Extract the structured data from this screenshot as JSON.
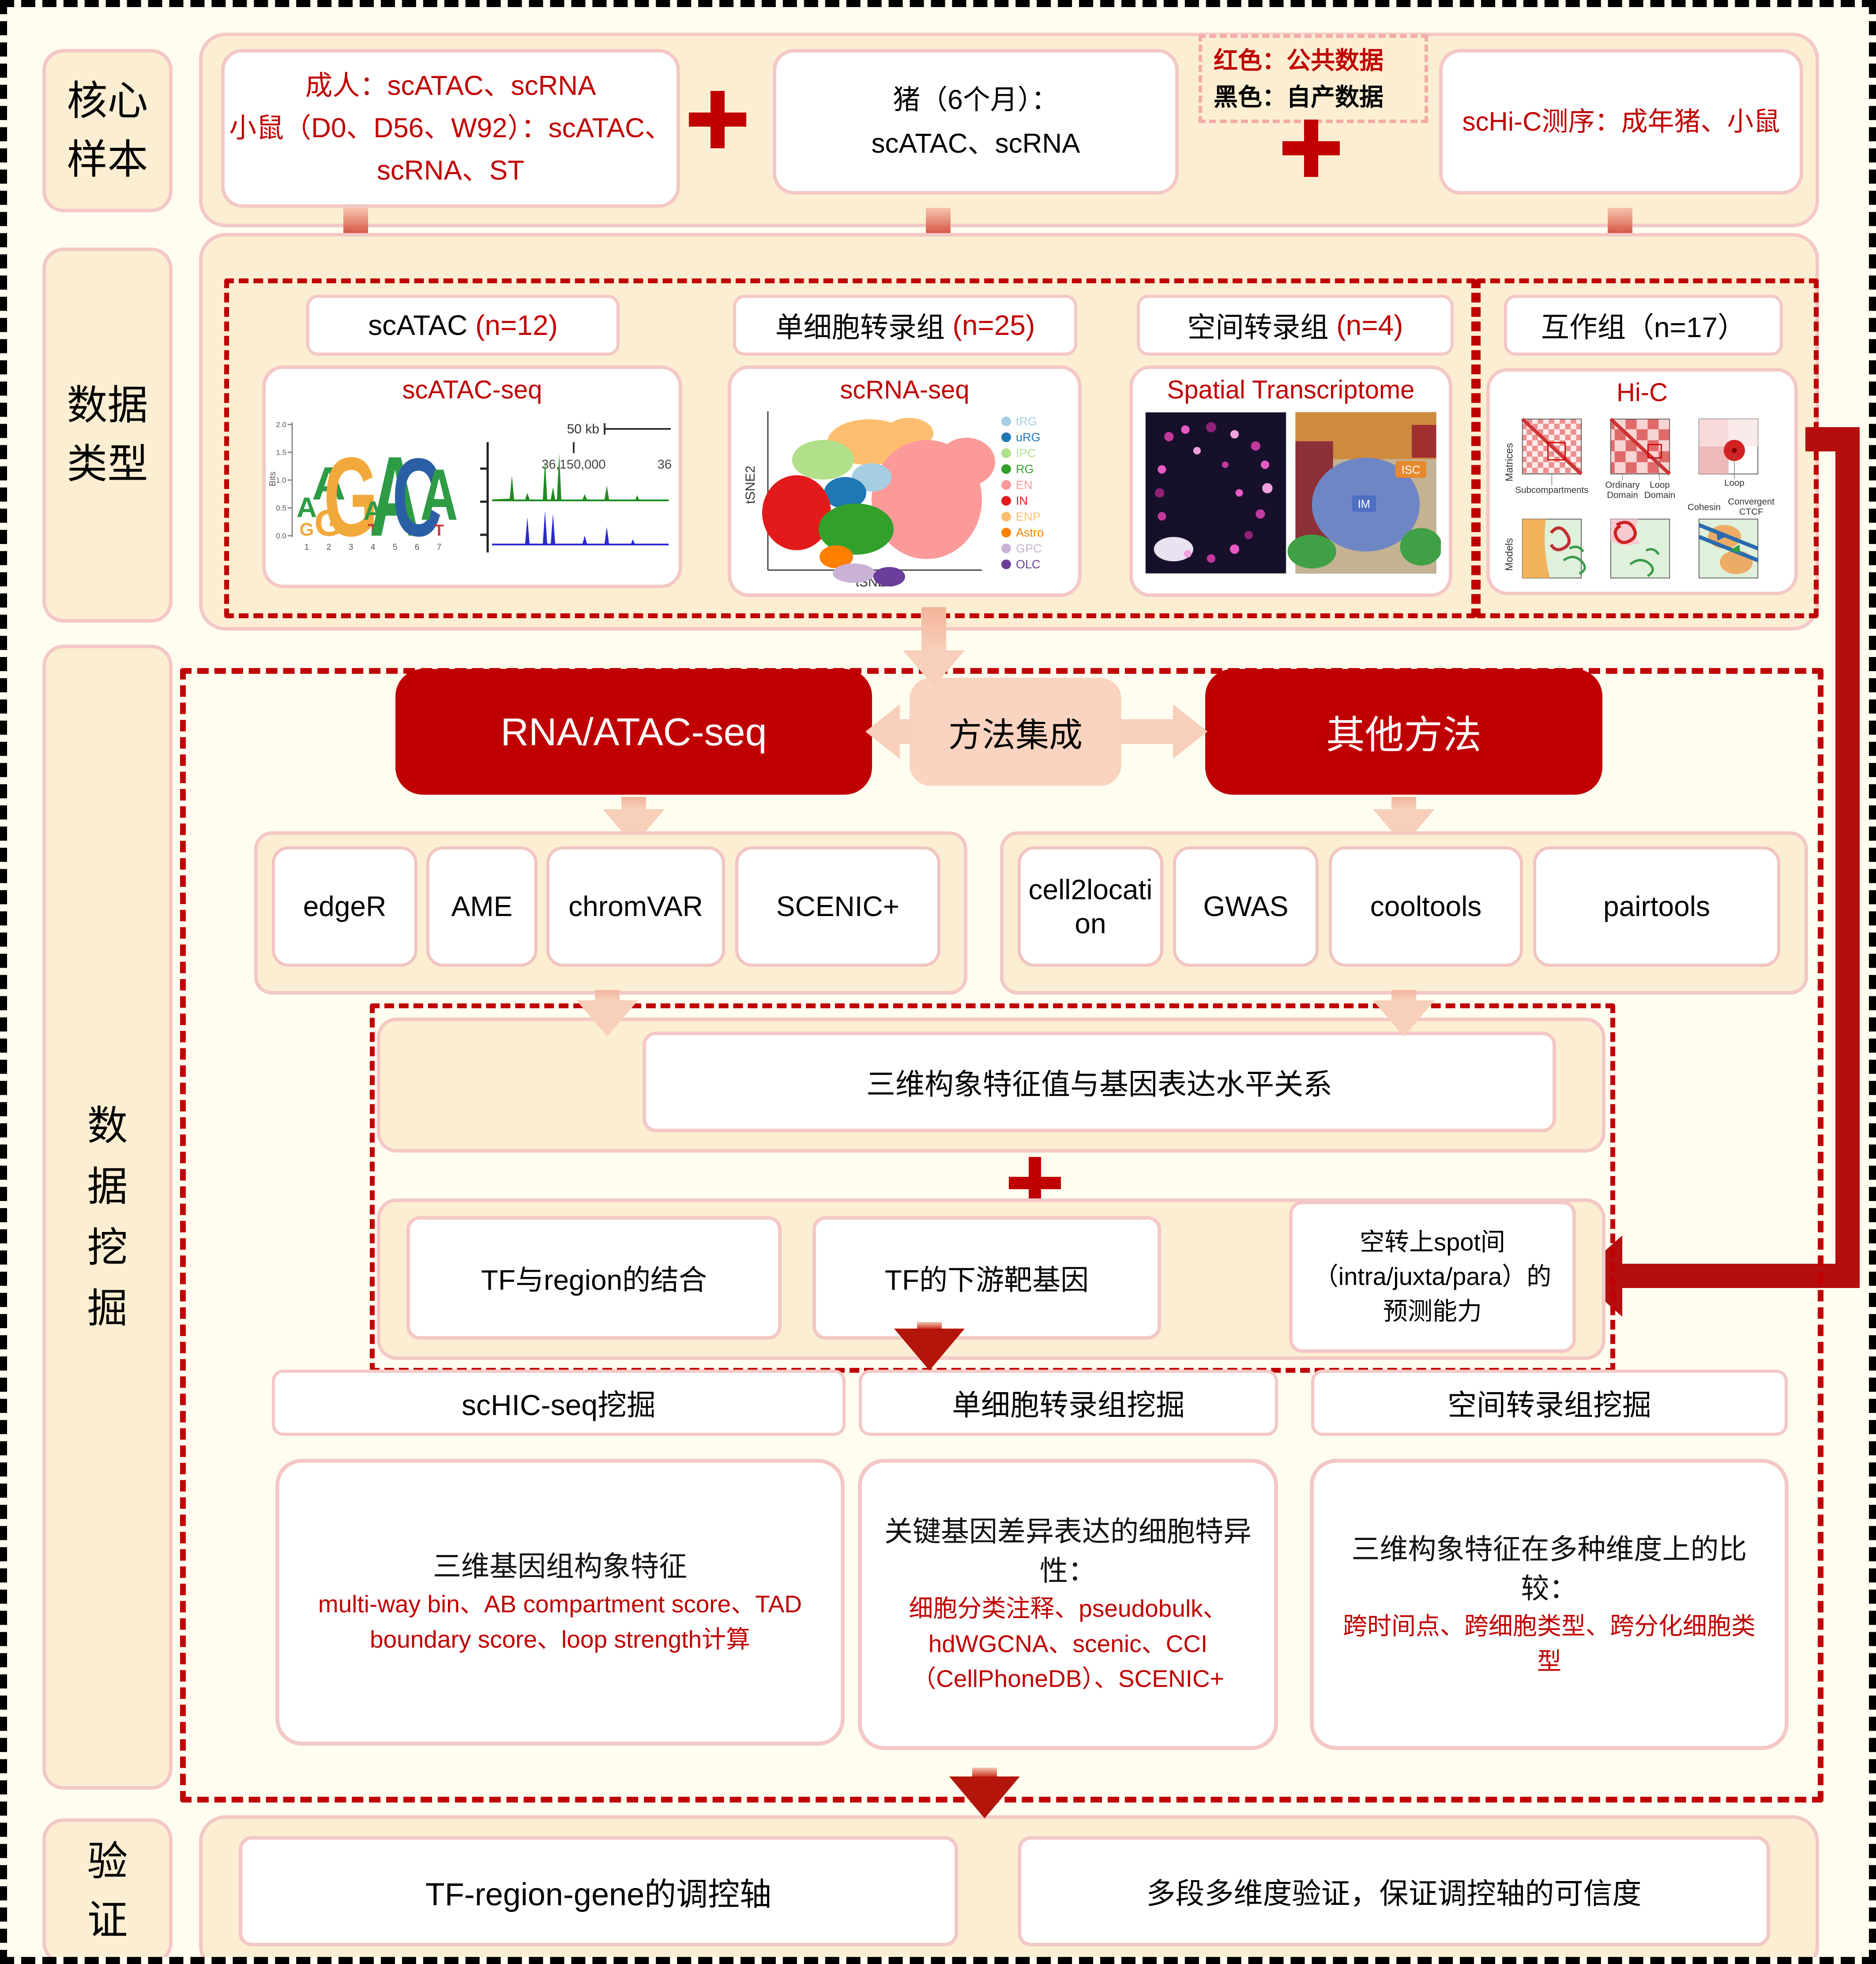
{
  "header": {
    "legend_red": "红色：公共数据",
    "legend_black": "黑色：自产数据"
  },
  "samples": {
    "label": "核心\n样本",
    "box_adult_mouse": "成人：scATAC、scRNA\n小鼠（D0、D56、W92）：scATAC、\nscRNA、ST",
    "box_pig": "猪（6个月）：\nscATAC、scRNA",
    "box_schic": "scHi-C测序：成年猪、小鼠"
  },
  "datatypes": {
    "label": "数据\n类型",
    "scatac": {
      "title": "scATAC",
      "count": "(n=12)",
      "fig_title": "scATAC-seq",
      "bits_label": "Bits",
      "yticks": [
        "2.0",
        "1.5",
        "1.0",
        "0.5",
        "0.0"
      ],
      "positions": [
        "1",
        "2",
        "3",
        "4",
        "5",
        "6",
        "7"
      ],
      "scale_bar": "50 kb",
      "coord": "36,150,000",
      "coord_right": "36"
    },
    "scrna": {
      "title": "单细胞转录组",
      "count": "(n=25)",
      "fig_title": "scRNA-seq",
      "xlabel": "tSNE1",
      "ylabel": "tSNE2",
      "legend": [
        {
          "label": "tRG",
          "color": "#A6CEE3"
        },
        {
          "label": "uRG",
          "color": "#1F78B4"
        },
        {
          "label": "IPC",
          "color": "#B2DF8A"
        },
        {
          "label": "RG",
          "color": "#33A02C"
        },
        {
          "label": "EN",
          "color": "#FB9A99"
        },
        {
          "label": "IN",
          "color": "#E31A1C"
        },
        {
          "label": "ENP",
          "color": "#FDBF6F"
        },
        {
          "label": "Astro",
          "color": "#FF7F00"
        },
        {
          "label": "GPC",
          "color": "#CAB2D6"
        },
        {
          "label": "OLC",
          "color": "#6A3D9A"
        }
      ]
    },
    "spatial": {
      "title": "空间转录组",
      "count": "(n=4)",
      "fig_title": "Spatial Transcriptome",
      "badge_im": "IM",
      "badge_isc": "ISC"
    },
    "hic": {
      "title": "互作组（n=17）",
      "fig_title": "Hi-C",
      "matrices_label": "Matrices",
      "models_label": "Models",
      "ann_subcompartments": "Subcompartments",
      "ann_ordinary_1": "Ordinary",
      "ann_ordinary_2": "Domain",
      "ann_loopdomain_1": "Loop",
      "ann_loopdomain_2": "Domain",
      "ann_loop": "Loop",
      "ann_cohesin": "Cohesin",
      "ann_convergent_1": "Convergent",
      "ann_convergent_2": "CTCF"
    }
  },
  "mining": {
    "label": "数\n据\n挖\n掘",
    "rna_atac_box": "RNA/ATAC-seq",
    "hub_box": "方法集成",
    "other_box": "其他方法",
    "tools_left": [
      "edgeR",
      "AME",
      "chromVAR",
      "SCENIC+"
    ],
    "tools_right": [
      "cell2location",
      "GWAS",
      "cooltools",
      "pairtools"
    ],
    "relation_box": "三维构象特征值与基因表达水平关系",
    "tf_region_box": "TF与region的结合",
    "tf_target_box": "TF的下游靶基因",
    "spot_box": "空转上spot间（intra/juxta/para）的预测能力",
    "cols": [
      {
        "header": "scHIC-seq挖掘",
        "main": "三维基因组构象特征",
        "detail": "multi-way bin、AB compartment score、TAD boundary score、loop strength计算"
      },
      {
        "header": "单细胞转录组挖掘",
        "main": "关键基因差异表达的细胞特异性：",
        "detail": "细胞分类注释、pseudobulk、hdWGCNA、scenic、CCI（CellPhoneDB）、SCENIC+"
      },
      {
        "header": "空间转录组挖掘",
        "main": "三维构象特征在多种维度上的比较：",
        "detail": "跨时间点、跨细胞类型、跨分化细胞类型"
      }
    ]
  },
  "validation": {
    "label": "验\n证",
    "box_axis": "TF-region-gene的调控轴",
    "box_multi": "多段多维度验证，保证调控轴的可信度"
  },
  "colors": {
    "accent_red": "#C00000",
    "panel_fill": "#FCEED2",
    "panel_border": "#F3C8C6",
    "arrow_pink": "#F8CFBA",
    "connector_red": "#B50E0E",
    "legend_border": "#F2ADA9"
  }
}
